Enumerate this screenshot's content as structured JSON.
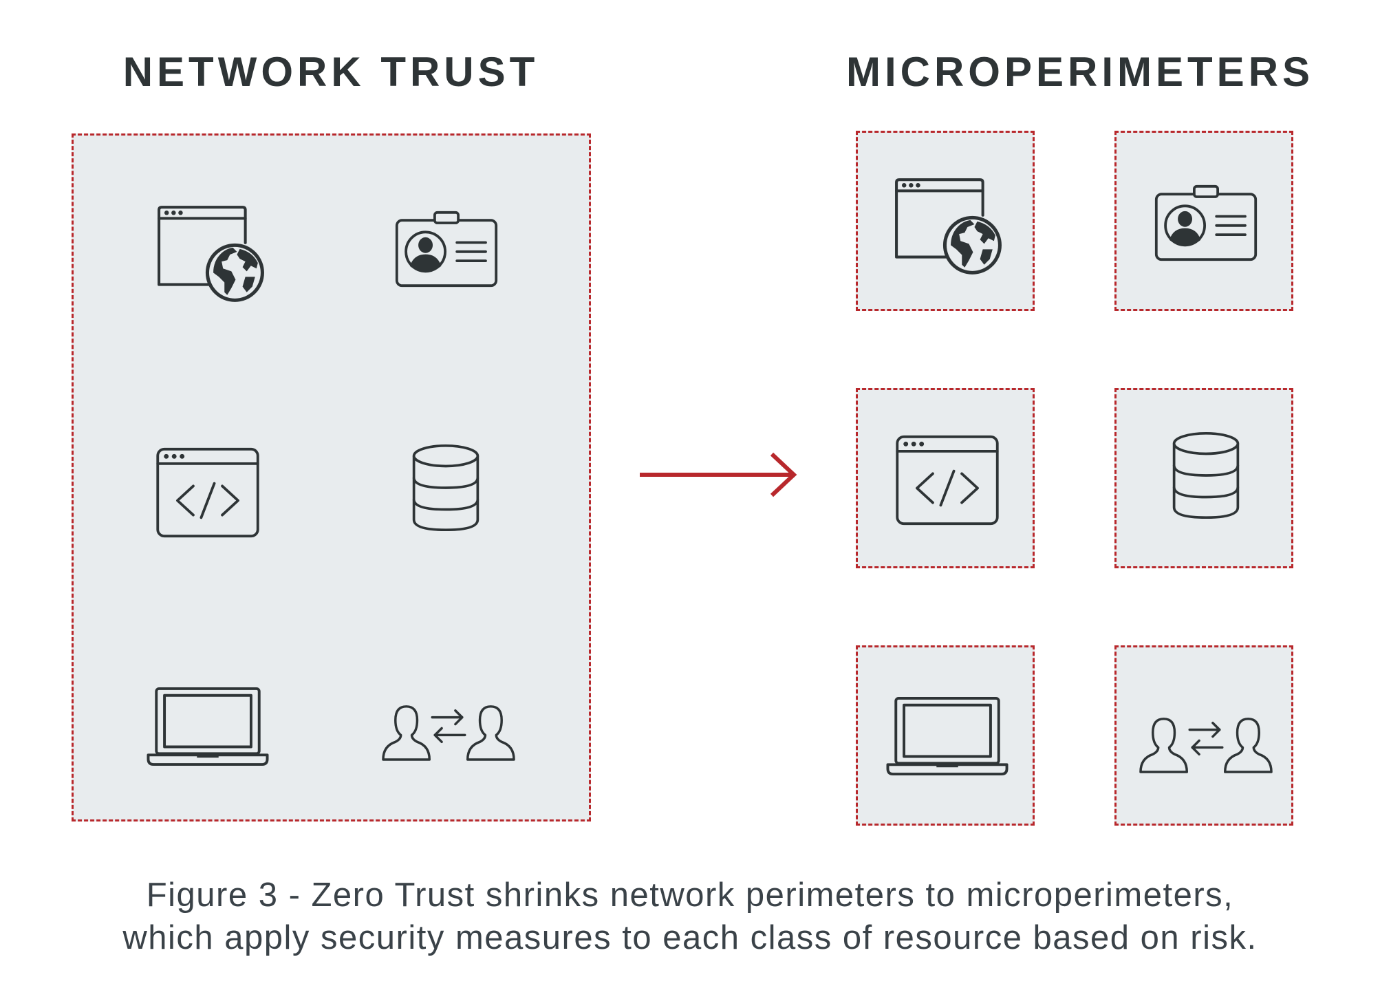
{
  "headings": {
    "left": "NETWORK TRUST",
    "right": "MICROPERIMETERS"
  },
  "icons": [
    "web-browser-globe-icon",
    "id-badge-icon",
    "code-window-icon",
    "database-icon",
    "laptop-icon",
    "user-exchange-icon"
  ],
  "colors": {
    "perimeter": "#b8282c",
    "zone_fill": "#e8ecee",
    "icon": "#2e3436",
    "text": "#2e3436"
  },
  "caption": {
    "line1": "Figure 3 - Zero Trust shrinks network perimeters to microperimeters,",
    "line2": "which apply security measures to each class of resource based on risk."
  }
}
